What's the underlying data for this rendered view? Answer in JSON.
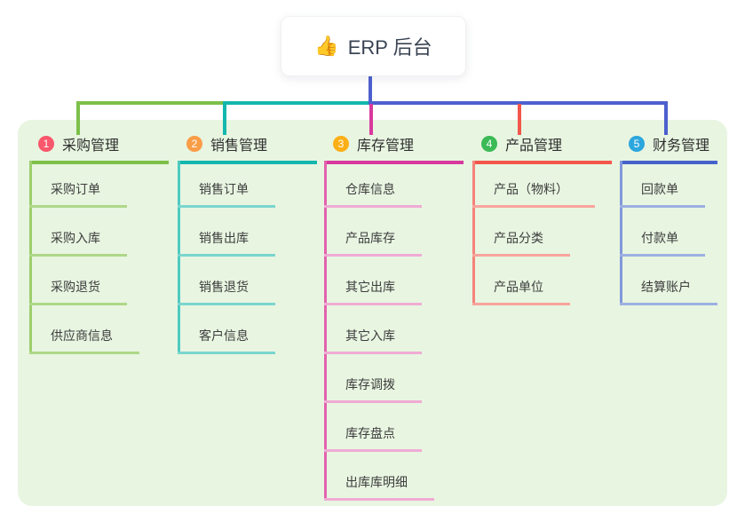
{
  "root": {
    "emoji": "👍",
    "icon": "thumbs-up-icon",
    "label": "ERP 后台"
  },
  "colors": {
    "panel_background": "#e8f5e1",
    "root_connector": "#4c60ce",
    "node_text": "#2f2f2f",
    "child_text": "#3d3d3d"
  },
  "branches": [
    {
      "badge": "1",
      "label": "采购管理",
      "badge_color": "#f8576c",
      "line_color": "#7cc04a",
      "mid_color": "#9ccf6e",
      "light_color": "#aed889",
      "children": [
        "采购订单",
        "采购入库",
        "采购退货",
        "供应商信息"
      ]
    },
    {
      "badge": "2",
      "label": "销售管理",
      "badge_color": "#fa9d47",
      "line_color": "#13b7ad",
      "mid_color": "#4ecac0",
      "light_color": "#7ad6ce",
      "children": [
        "销售订单",
        "销售出库",
        "销售退货",
        "客户信息"
      ]
    },
    {
      "badge": "3",
      "label": "库存管理",
      "badge_color": "#fcaf17",
      "line_color": "#d8399e",
      "mid_color": "#e263ad",
      "light_color": "#f0abd4",
      "children": [
        "仓库信息",
        "产品库存",
        "其它出库",
        "其它入库",
        "库存调拨",
        "库存盘点",
        "出库库明细"
      ]
    },
    {
      "badge": "4",
      "label": "产品管理",
      "badge_color": "#3bba55",
      "line_color": "#f2564c",
      "mid_color": "#f4837b",
      "light_color": "#f8a49d",
      "children": [
        "产品（物料）",
        "产品分类",
        "产品单位"
      ]
    },
    {
      "badge": "5",
      "label": "财务管理",
      "badge_color": "#2ca7de",
      "line_color": "#4562cc",
      "mid_color": "#8298da",
      "light_color": "#9db0e2",
      "children": [
        "回款单",
        "付款单",
        "结算账户"
      ]
    }
  ]
}
